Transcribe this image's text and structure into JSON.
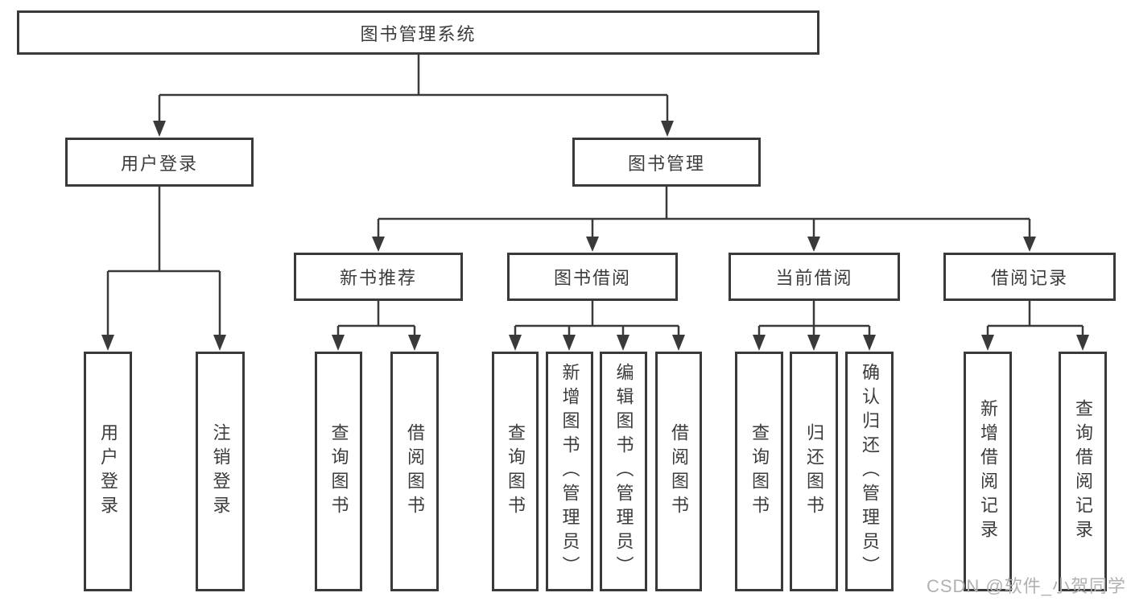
{
  "diagram": {
    "colors": {
      "line": "#3a3a3a",
      "text": "#3c3c3c",
      "background": "#ffffff",
      "watermark_color": "#b1b1b1"
    },
    "tree": {
      "root": {
        "label": "图书管理系统"
      },
      "branches": [
        {
          "label": "用户登录",
          "children": [
            {
              "label": "用户登录"
            },
            {
              "label": "注销登录"
            }
          ]
        },
        {
          "label": "图书管理",
          "children": [
            {
              "label": "新书推荐",
              "children": [
                {
                  "label": "查询图书"
                },
                {
                  "label": "借阅图书"
                }
              ]
            },
            {
              "label": "图书借阅",
              "children": [
                {
                  "label": "查询图书"
                },
                {
                  "label": "新增图书（管理员）"
                },
                {
                  "label": "编辑图书（管理员）"
                },
                {
                  "label": "借阅图书"
                }
              ]
            },
            {
              "label": "当前借阅",
              "children": [
                {
                  "label": "查询图书"
                },
                {
                  "label": "归还图书"
                },
                {
                  "label": "确认归还（管理员）"
                }
              ]
            },
            {
              "label": "借阅记录",
              "children": [
                {
                  "label": "新增借阅记录"
                },
                {
                  "label": "查询借阅记录"
                }
              ]
            }
          ]
        }
      ]
    },
    "watermark": "CSDN @软件_小贺同学"
  }
}
